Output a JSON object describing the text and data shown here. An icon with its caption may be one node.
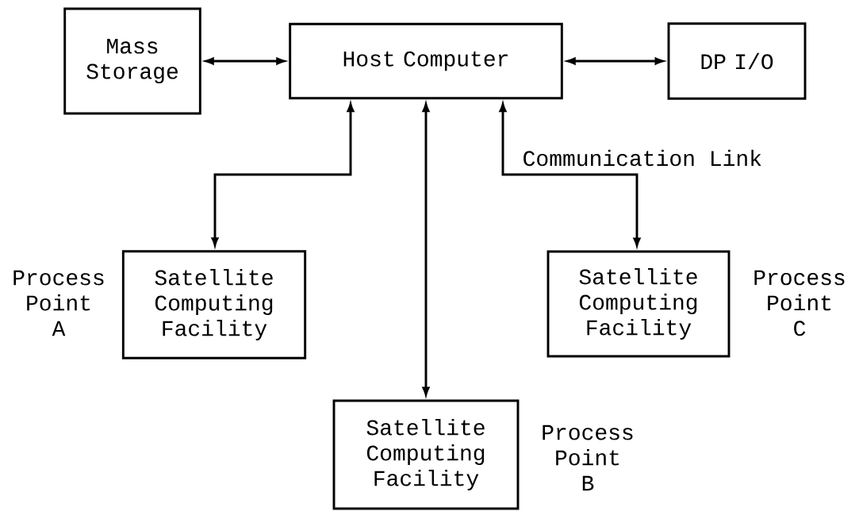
{
  "diagram": {
    "nodes": [
      {
        "text": [
          "Mass Storage"
        ]
      },
      {
        "text": [
          "Host Computer"
        ]
      },
      {
        "text": [
          "DP I/O"
        ]
      },
      {
        "text": [
          "Satellite Computing Facility"
        ],
        "beside": [
          "Process Point A"
        ]
      },
      {
        "text": [
          "Satellite Computing Facility"
        ],
        "beside": [
          "Process Point C"
        ]
      },
      {
        "text": [
          "Satellite Computing Facility"
        ],
        "beside": [
          "Process Point B"
        ]
      }
    ],
    "edges": [
      {
        "from": 0,
        "to": 1,
        "arrow": "both"
      },
      {
        "from": 1,
        "to": 2,
        "arrow": "both"
      },
      {
        "from": 1,
        "to": 3,
        "arrow": "both"
      },
      {
        "from": 1,
        "to": 5,
        "arrow": "both"
      },
      {
        "from": 1,
        "to": 4,
        "arrow": "both",
        "label": "Communication Link"
      }
    ]
  }
}
